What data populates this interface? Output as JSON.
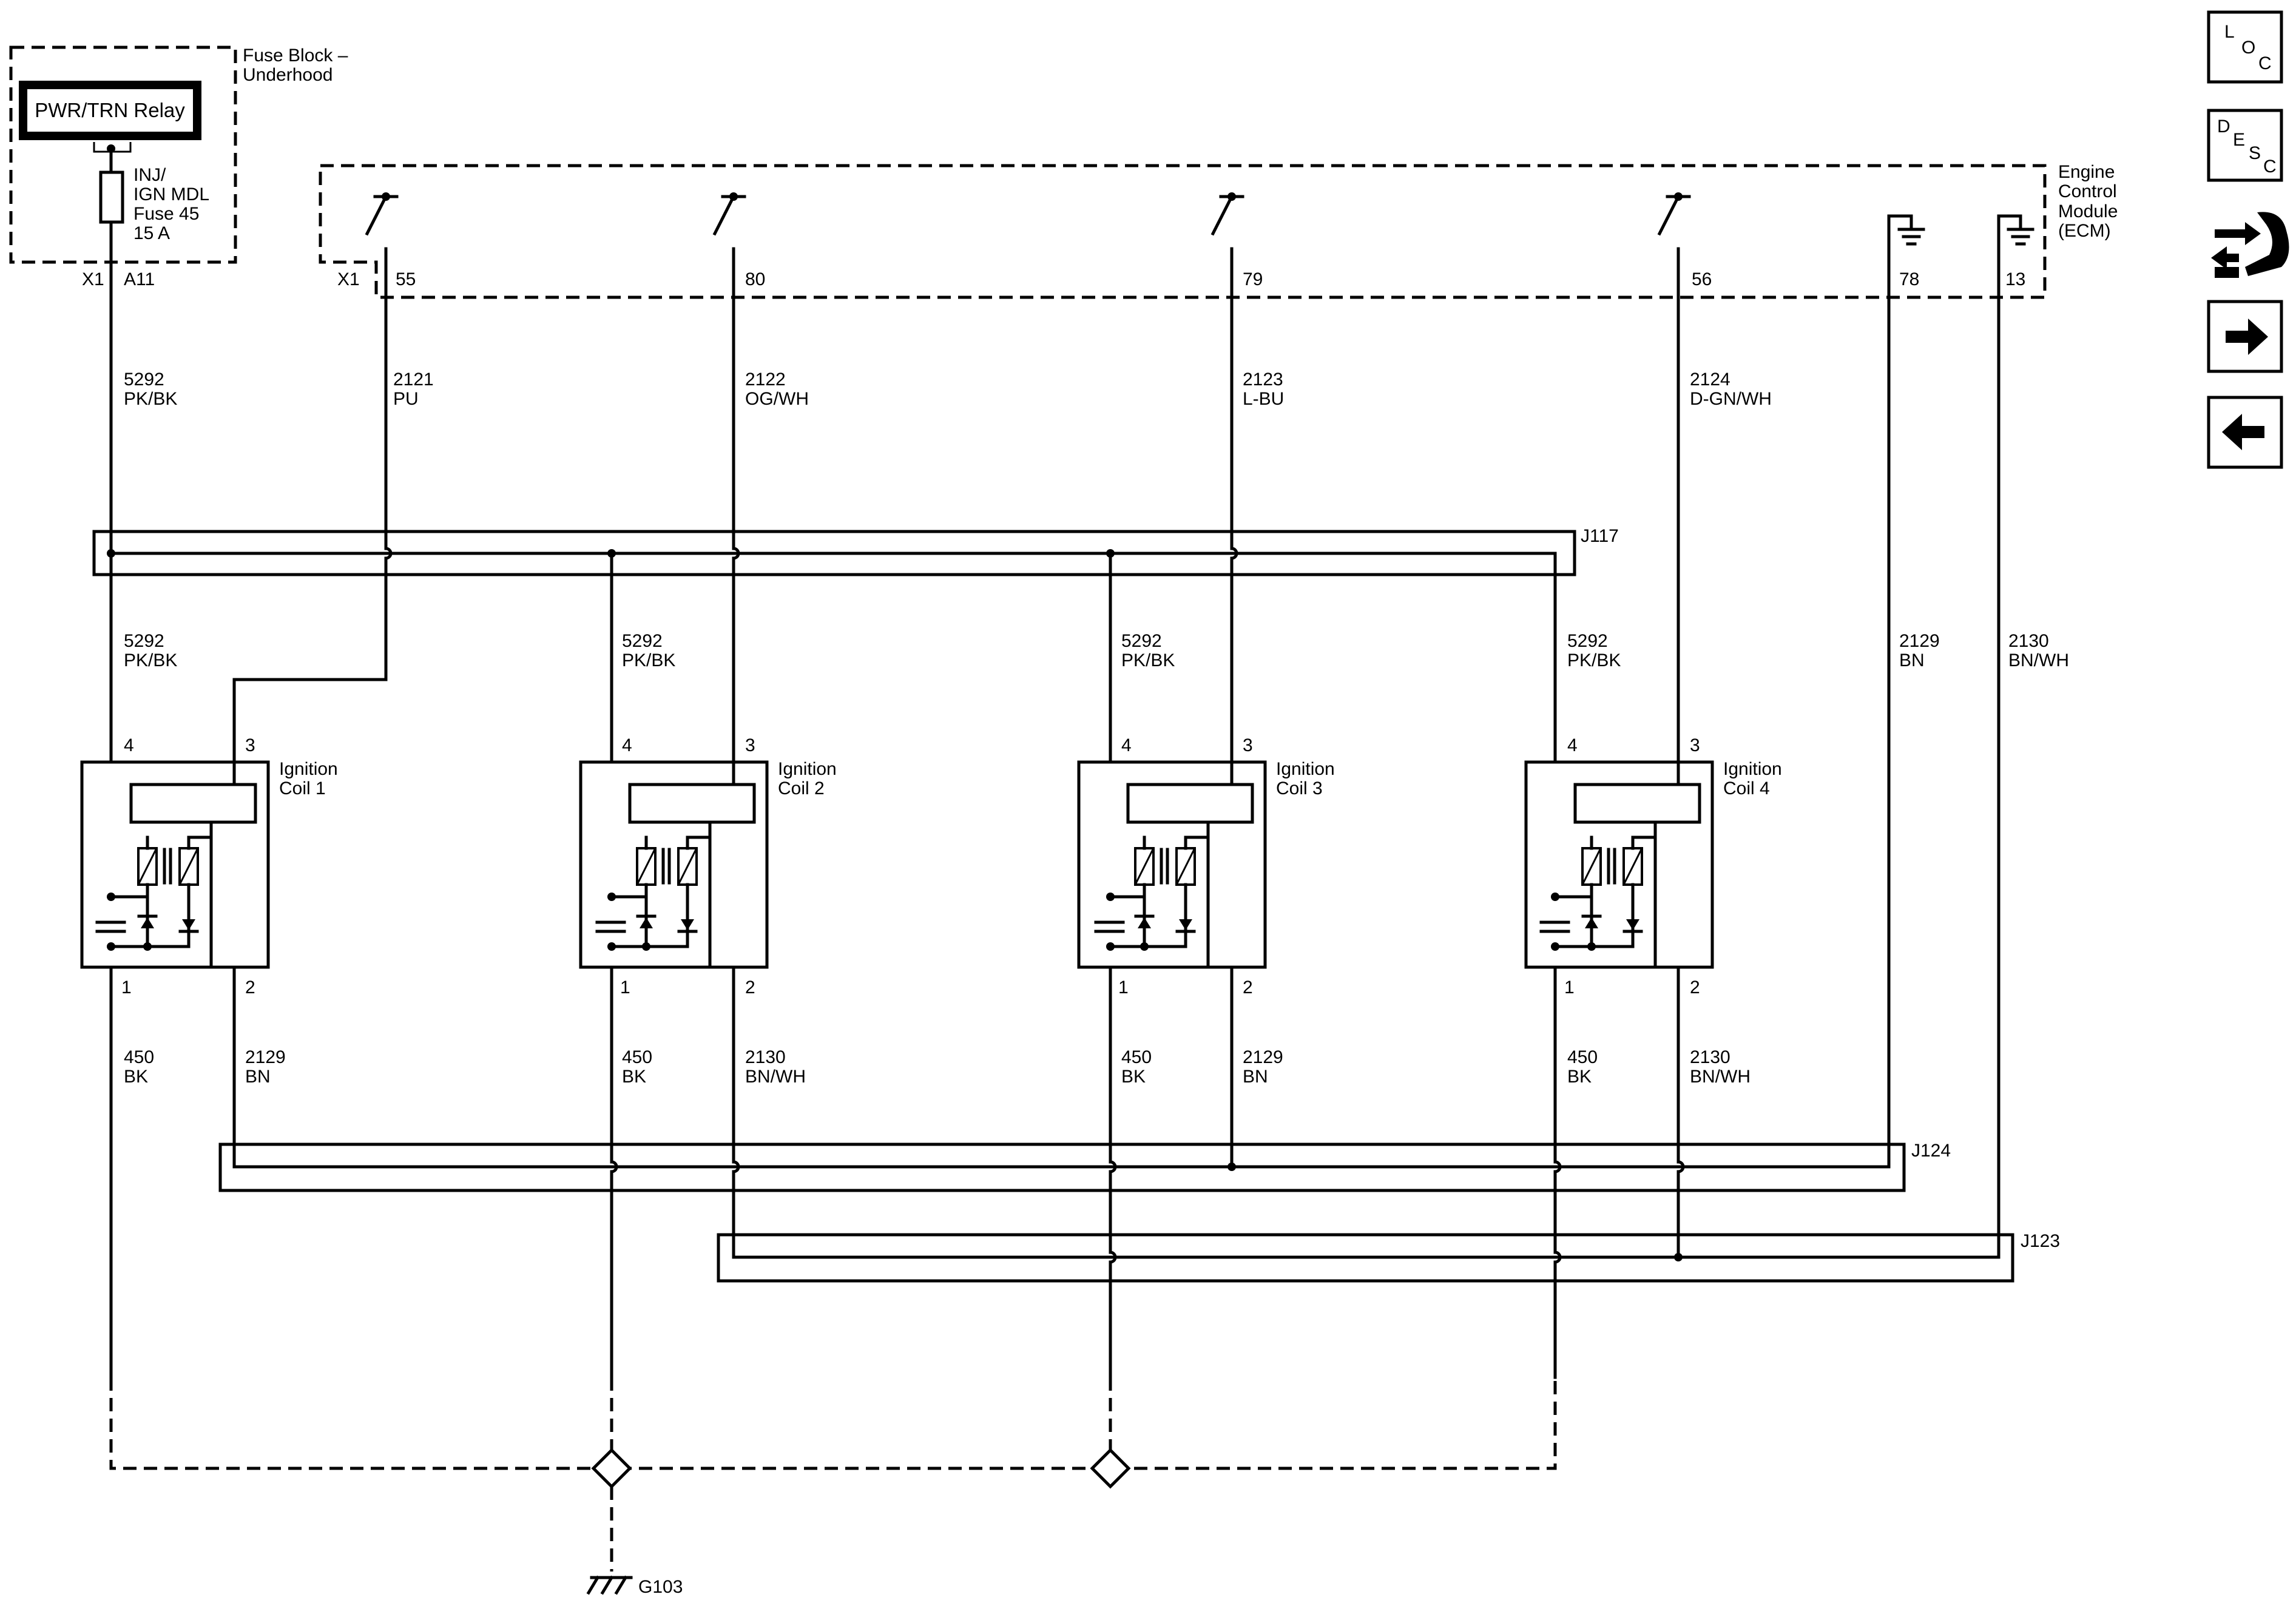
{
  "fuse_block": {
    "title_line1": "Fuse Block –",
    "title_line2": "Underhood",
    "relay": "PWR/TRN Relay",
    "fuse_line1": "INJ/",
    "fuse_line2": "IGN MDL",
    "fuse_line3": "Fuse 45",
    "fuse_line4": "15 A",
    "connector": "X1",
    "pin": "A11"
  },
  "ecm": {
    "line1": "Engine",
    "line2": "Control",
    "line3": "Module",
    "line4": "(ECM)",
    "connector": "X1",
    "pins": [
      "55",
      "80",
      "79",
      "56",
      "78",
      "13"
    ]
  },
  "wires": {
    "feed_top": {
      "circuit": "5292",
      "color": "PK/BK"
    },
    "signal_1": {
      "circuit": "2121",
      "color": "PU"
    },
    "signal_2": {
      "circuit": "2122",
      "color": "OG/WH"
    },
    "signal_3": {
      "circuit": "2123",
      "color": "L-BU"
    },
    "signal_4": {
      "circuit": "2124",
      "color": "D-GN/WH"
    },
    "feed_coil": {
      "circuit": "5292",
      "color": "PK/BK"
    },
    "ret_ecm_bn": {
      "circuit": "2129",
      "color": "BN"
    },
    "ret_ecm_bnwh": {
      "circuit": "2130",
      "color": "BN/WH"
    },
    "gnd": {
      "circuit": "450",
      "color": "BK"
    },
    "ret_bn": {
      "circuit": "2129",
      "color": "BN"
    },
    "ret_bnwh": {
      "circuit": "2130",
      "color": "BN/WH"
    }
  },
  "splices": {
    "j117": "J117",
    "j124": "J124",
    "j123": "J123"
  },
  "coils": [
    {
      "line1": "Ignition",
      "line2": "Coil 1",
      "pin4": "4",
      "pin3": "3",
      "pin1": "1",
      "pin2": "2"
    },
    {
      "line1": "Ignition",
      "line2": "Coil 2",
      "pin4": "4",
      "pin3": "3",
      "pin1": "1",
      "pin2": "2"
    },
    {
      "line1": "Ignition",
      "line2": "Coil 3",
      "pin4": "4",
      "pin3": "3",
      "pin1": "1",
      "pin2": "2"
    },
    {
      "line1": "Ignition",
      "line2": "Coil 4",
      "pin4": "4",
      "pin3": "3",
      "pin1": "1",
      "pin2": "2"
    }
  ],
  "ground": {
    "label": "G103"
  },
  "nav": {
    "loc": [
      "L",
      "O",
      "C"
    ],
    "desc": [
      "D",
      "E",
      "S",
      "C"
    ],
    "icons": [
      "connector-tool-icon",
      "next-arrow-icon",
      "previous-arrow-icon"
    ]
  }
}
